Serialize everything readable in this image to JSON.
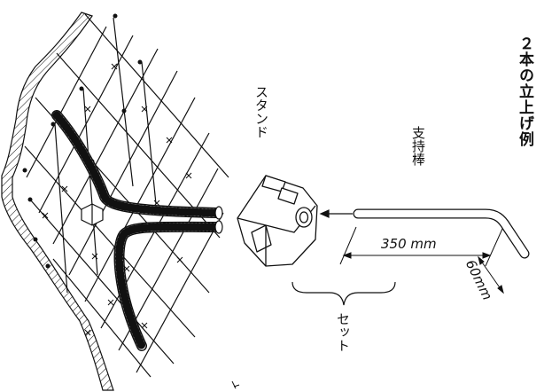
{
  "labels": {
    "title": "２本の立上げ例",
    "rod": "支持棒",
    "stand": "スタンド",
    "set": "セット",
    "length": "350 mm",
    "bend": "60mm"
  },
  "colors": {
    "line": "#111111",
    "background": "#ffffff"
  }
}
